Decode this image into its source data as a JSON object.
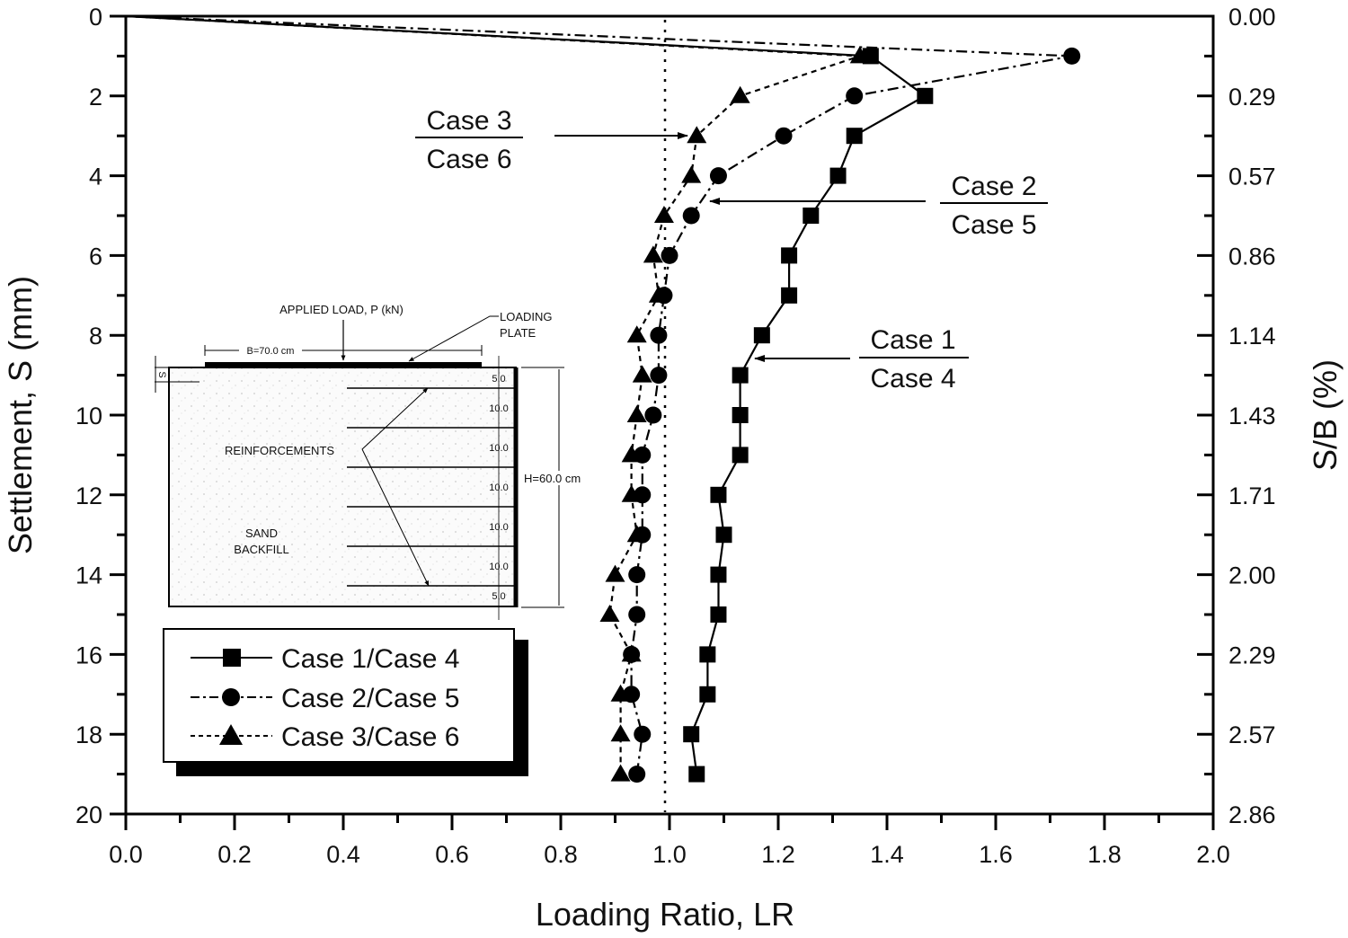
{
  "chart_data": {
    "type": "line",
    "title": "",
    "xlabel": "Loading Ratio, LR",
    "ylabel": "Settlement, S (mm)",
    "ylabel_right": "S/B (%)",
    "xlim": [
      0.0,
      2.0
    ],
    "ylim": [
      0,
      20
    ],
    "y_inverted": true,
    "x_ticks": [
      "0.0",
      "0.2",
      "0.4",
      "0.6",
      "0.8",
      "1.0",
      "1.2",
      "1.4",
      "1.6",
      "1.8",
      "2.0"
    ],
    "y_ticks": [
      "0",
      "2",
      "4",
      "6",
      "8",
      "10",
      "12",
      "14",
      "16",
      "18",
      "20"
    ],
    "y_ticks_right": [
      "0.00",
      "0.29",
      "0.57",
      "0.86",
      "1.14",
      "1.43",
      "1.71",
      "2.00",
      "2.29",
      "2.57",
      "2.86"
    ],
    "grid": false,
    "reference_line": {
      "x": 1.0,
      "style": "dotted"
    },
    "legend_position": "lower-left (inside plot)",
    "series": [
      {
        "name": "Case 1/Case 4",
        "marker": "square",
        "line_style": "solid",
        "settlement_mm": [
          0,
          1,
          2,
          3,
          4,
          5,
          6,
          7,
          8,
          9,
          10,
          11,
          12,
          13,
          14,
          15,
          16,
          17,
          18,
          19
        ],
        "loading_ratio": [
          0.0,
          1.37,
          1.47,
          1.34,
          1.31,
          1.26,
          1.22,
          1.22,
          1.17,
          1.13,
          1.13,
          1.13,
          1.09,
          1.1,
          1.09,
          1.09,
          1.07,
          1.07,
          1.04,
          1.05
        ]
      },
      {
        "name": "Case 2/Case 5",
        "marker": "circle",
        "line_style": "dash-dot",
        "settlement_mm": [
          0,
          1,
          2,
          3,
          4,
          5,
          6,
          7,
          8,
          9,
          10,
          11,
          12,
          13,
          14,
          15,
          16,
          17,
          18,
          19
        ],
        "loading_ratio": [
          0.0,
          1.74,
          1.34,
          1.21,
          1.09,
          1.04,
          1.0,
          0.99,
          0.98,
          0.98,
          0.97,
          0.95,
          0.95,
          0.95,
          0.94,
          0.94,
          0.93,
          0.93,
          0.95,
          0.94
        ]
      },
      {
        "name": "Case 3/Case 6",
        "marker": "triangle",
        "line_style": "dashed",
        "settlement_mm": [
          0,
          1,
          2,
          3,
          4,
          5,
          6,
          7,
          8,
          9,
          10,
          11,
          12,
          13,
          14,
          15,
          16,
          17,
          18,
          19
        ],
        "loading_ratio": [
          0.0,
          1.35,
          1.13,
          1.05,
          1.04,
          0.99,
          0.97,
          0.98,
          0.94,
          0.95,
          0.94,
          0.93,
          0.93,
          0.94,
          0.9,
          0.89,
          0.93,
          0.91,
          0.91,
          0.91
        ]
      }
    ],
    "annotations": [
      {
        "top": "Case 3",
        "bottom": "Case 6",
        "points_to": "Case 3/Case 6 series at S=3"
      },
      {
        "top": "Case 2",
        "bottom": "Case 5",
        "points_to": "Case 2/Case 5 series near S=4.6"
      },
      {
        "top": "Case 1",
        "bottom": "Case 4",
        "points_to": "Case 1/Case 4 series near S=8.6"
      }
    ]
  },
  "inset": {
    "applied_load": "APPLIED LOAD, P (kN)",
    "loading_plate": [
      "LOADING",
      "PLATE"
    ],
    "width_label": "B=70.0 cm",
    "height_label": "H=60.0 cm",
    "settlement_symbol": "S",
    "reinforcements_label": "REINFORCEMENTS",
    "backfill_label": [
      "SAND",
      "BACKFILL"
    ],
    "layer_spacings": [
      "5.0",
      "10.0",
      "10.0",
      "10.0",
      "10.0",
      "10.0",
      "5.0"
    ]
  },
  "legend": {
    "items": [
      "Case 1/Case 4",
      "Case 2/Case 5",
      "Case 3/Case 6"
    ]
  },
  "colors": {
    "ink": "#000000",
    "background": "#ffffff",
    "inset_fill": "#fbfbfb"
  }
}
